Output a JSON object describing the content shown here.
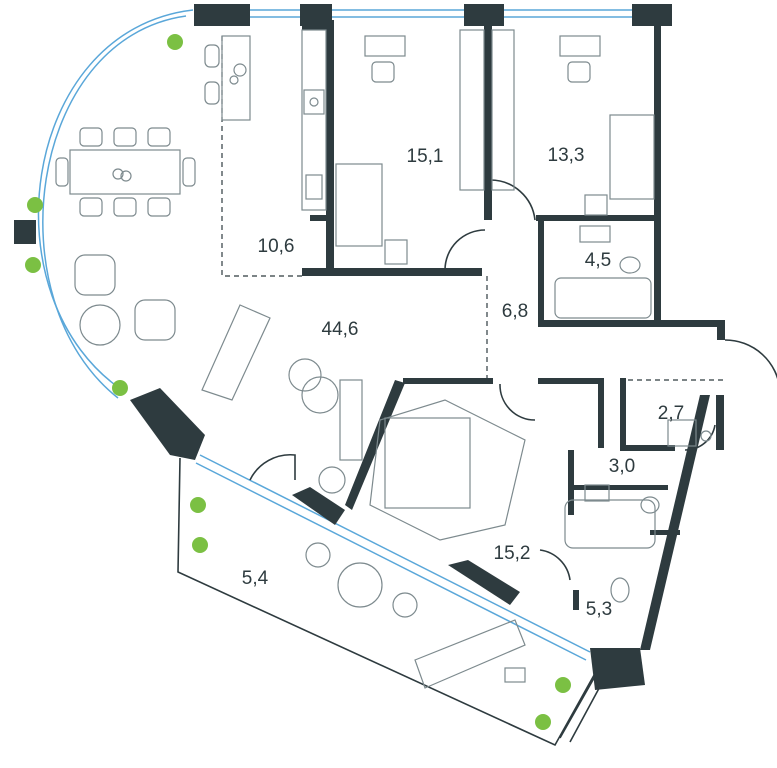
{
  "rooms": [
    {
      "id": "living",
      "area": "44,6"
    },
    {
      "id": "bedroom-1",
      "area": "15,1"
    },
    {
      "id": "bedroom-2",
      "area": "13,3"
    },
    {
      "id": "kitchen",
      "area": "10,6"
    },
    {
      "id": "bathroom-1",
      "area": "4,5"
    },
    {
      "id": "hall",
      "area": "6,8"
    },
    {
      "id": "entry",
      "area": "2,7"
    },
    {
      "id": "wc",
      "area": "3,0"
    },
    {
      "id": "master-bedroom",
      "area": "15,2"
    },
    {
      "id": "bathroom-2",
      "area": "5,3"
    },
    {
      "id": "terrace",
      "area": "5,4"
    }
  ],
  "colors": {
    "wall": "#2e3b3f",
    "glass": "#5aa7d9",
    "plant": "#7bc043"
  }
}
